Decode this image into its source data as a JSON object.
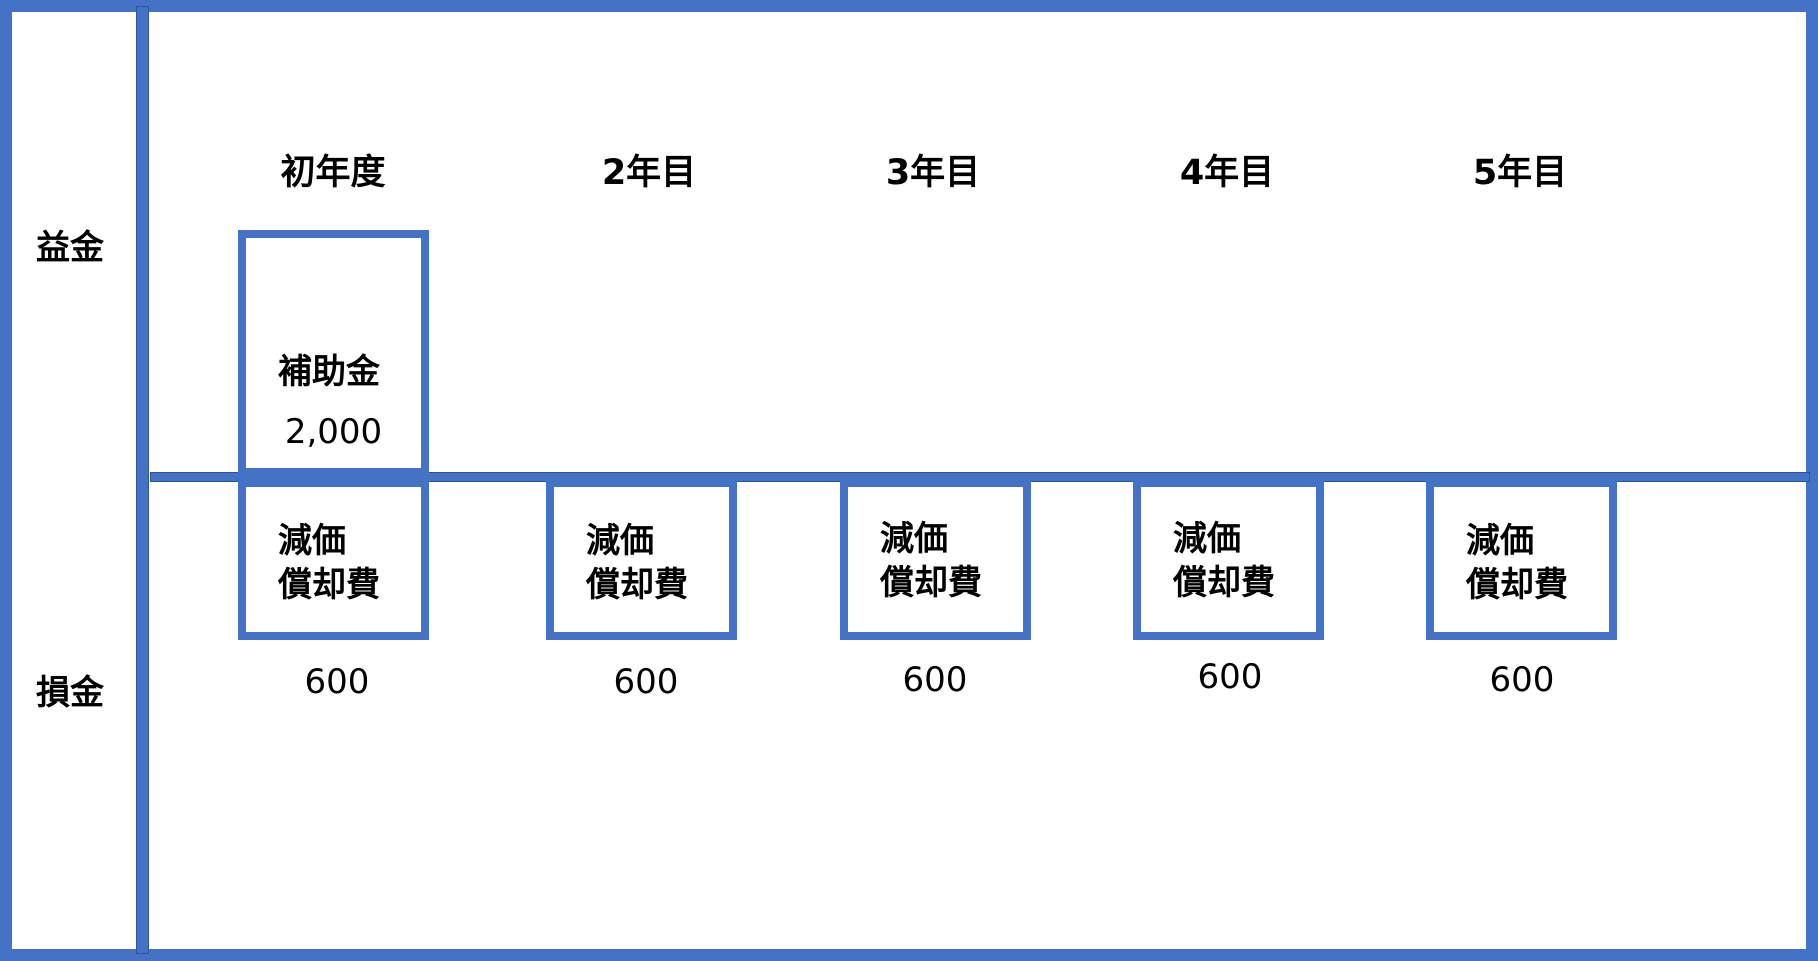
{
  "accent_color": "#4472C4",
  "rows": {
    "revenue_label": "益金",
    "expense_label": "損金"
  },
  "years": [
    "初年度",
    "2年目",
    "3年目",
    "4年目",
    "5年目"
  ],
  "subsidy": {
    "label": "補助金",
    "amount": "2,000"
  },
  "depreciation": [
    {
      "line1": "減価",
      "line2": "償却費",
      "amount": "600"
    },
    {
      "line1": "減価",
      "line2": "償却費",
      "amount": "600"
    },
    {
      "line1": "減価",
      "line2": "償却費",
      "amount": "600"
    },
    {
      "line1": "減価",
      "line2": "償却費",
      "amount": "600"
    },
    {
      "line1": "減価",
      "line2": "償却費",
      "amount": "600"
    }
  ]
}
